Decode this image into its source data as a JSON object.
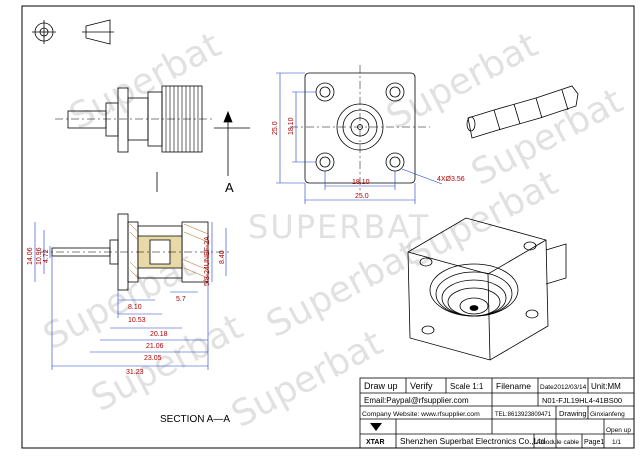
{
  "watermark": {
    "brand": "Superbat",
    "center_brand": "SUPERBAT"
  },
  "views": {
    "section_mark": "A",
    "section_title": "SECTION  A—A"
  },
  "dimensions": {
    "flange_side": "25.0",
    "hole_pitch_vertical": "18.10",
    "hole_pitch_horizontal": "18.10",
    "flange_width": "25.0",
    "holes": "4XØ3.56",
    "d1": "14.06",
    "d2": "10.96",
    "d3": "4.72",
    "thread": "5/8-24UNEF-2A",
    "bore": "8.40",
    "l1": "8.10",
    "l2": "5.7",
    "l3": "10.53",
    "l4": "20.18",
    "l5": "21.06",
    "l6": "23.05",
    "l7": "31.23"
  },
  "title_block": {
    "draw_up": "Draw up",
    "verify": "Verify",
    "scale": "Scale 1:1",
    "filename_label": "Filename",
    "date": "Date2012/03/14",
    "unit": "Unit:MM",
    "email": "Email:Paypal@rfsupplier.com",
    "part_no": "N01-FJL19HL4-41BS00",
    "website": "Company Website: www.rfsupplier.com",
    "tel": "TEL:8613923809471",
    "drawing": "Drawing",
    "author": "Ginxianfeng",
    "logo": "XTAR",
    "company": "Shenzhen Superbat Electronics Co.,Ltd",
    "cable": "Amodule cable",
    "page": "Page1",
    "open": "Open up",
    "open_count": "1/1"
  }
}
